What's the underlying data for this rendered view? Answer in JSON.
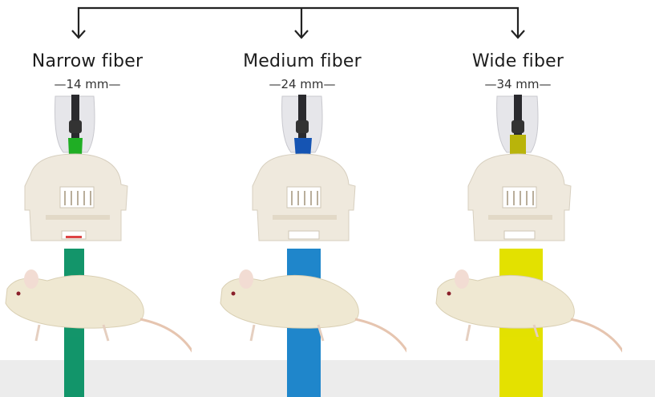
{
  "fibers": [
    {
      "label": "Narrow fiber",
      "size": "—14 mm—",
      "color": "#1fae24",
      "beam_color": "#13956a",
      "beam_width_mm": 14
    },
    {
      "label": "Medium fiber",
      "size": "—24 mm—",
      "color": "#1554b3",
      "beam_color": "#1f86cb",
      "beam_width_mm": 24
    },
    {
      "label": "Wide fiber",
      "size": "—34 mm—",
      "color": "#b9b40a",
      "beam_color": "#e3e100",
      "beam_width_mm": 34
    }
  ],
  "colors": {
    "connector": "#222222",
    "housing": "#efe9dd",
    "floor": "#ececec",
    "mouse": "#efe8d2"
  }
}
